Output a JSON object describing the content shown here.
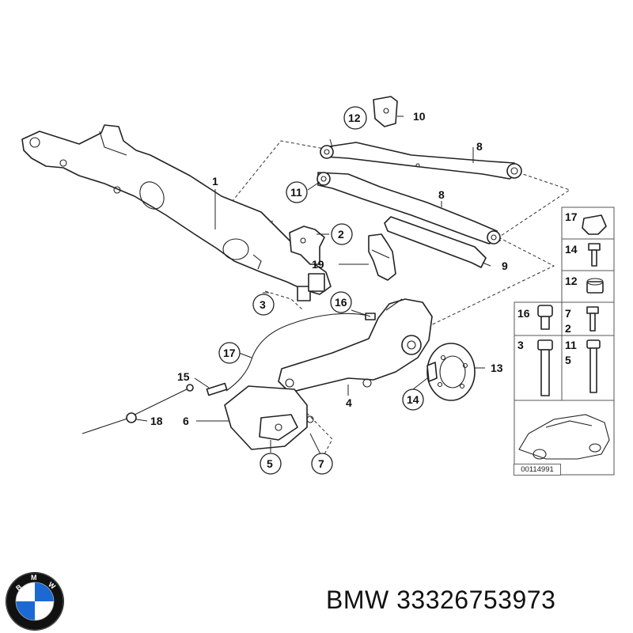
{
  "brand": {
    "name": "BMW",
    "logo_letters": [
      "B",
      "M",
      "W"
    ],
    "colors": {
      "blue": "#1c69d4",
      "black": "#111111",
      "white": "#ffffff"
    }
  },
  "part_number": "33326753973",
  "drawing_code": "00114991",
  "callouts": {
    "c1": "1",
    "c2": "2",
    "c3": "3",
    "c4": "4",
    "c5": "5",
    "c6": "6",
    "c7": "7",
    "c8a": "8",
    "c8b": "8",
    "c9": "9",
    "c10": "10",
    "c11": "11",
    "c12": "12",
    "c13": "13",
    "c14": "14",
    "c15": "15",
    "c16": "16",
    "c17": "17",
    "c18": "18",
    "c19": "19"
  },
  "hardware_grid": {
    "r1": "17",
    "r2": "14",
    "r3": "12",
    "r4a": "16",
    "r4b": "7",
    "r4c": "2",
    "r5a": "3",
    "r5b": "11",
    "r5c": "5"
  }
}
